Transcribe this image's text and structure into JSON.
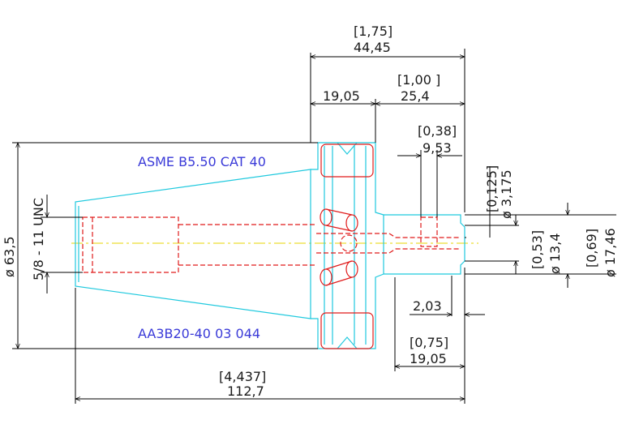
{
  "labels": {
    "asme": "ASME B5.50 CAT 40",
    "part_number": "AA3B20-40 03 044",
    "thread": "5/8 - 11 UNC"
  },
  "dimensions": {
    "overall_length_in": "[4,437]",
    "overall_length_mm": "112,7",
    "flange_dia": "ø 63,5",
    "body_len_in": "[1,75]",
    "body_len_mm": "44,45",
    "flange_w": "19,05",
    "shank_in": "[1,00 ]",
    "shank_mm": "25,4",
    "hole_pos_in": "[0,38]",
    "hole_pos_mm": "9,53",
    "hole_dia_in": "[0,125]",
    "hole_dia_mm": "ø 3,175",
    "bore_in": "[0,53]",
    "bore_mm": "ø 13,4",
    "nose_in": "[0,69]",
    "nose_mm": "ø 17,46",
    "chamfer_mm": "2,03",
    "nose_len_in": "[0,75]",
    "nose_len_mm": "19,05"
  },
  "colors": {
    "outline": "#1fc9de",
    "hidden": "#e01b1b",
    "centerline": "#e7d400",
    "text": "#3a3ad8",
    "dimension": "#1a1a1a"
  }
}
